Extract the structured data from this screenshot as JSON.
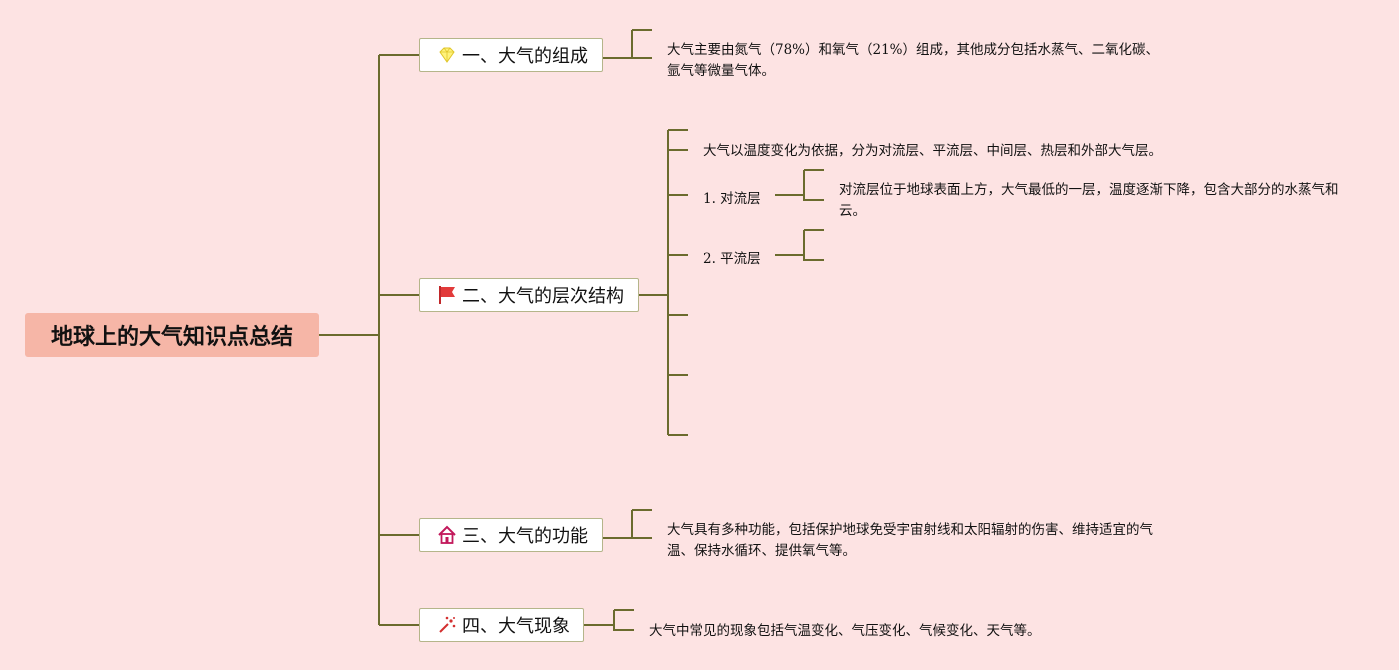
{
  "root": {
    "title": "地球上的大气知识点总结"
  },
  "branches": [
    {
      "label": "一、大气的组成",
      "icon": "diamond-icon",
      "note": "大气主要由氮气（78%）和氧气（21%）组成，其他成分包括水蒸气、二氧化碳、氩气等微量气体。"
    },
    {
      "label": "二、大气的层次结构",
      "icon": "red-flag-icon",
      "note": "大气以温度变化为依据，分为对流层、平流层、中间层、热层和外部大气层。",
      "sub": [
        {
          "label": "1. 对流层",
          "note": "对流层位于地球表面上方，大气最低的一层，温度逐渐下降，包含大部分的水蒸气和云。"
        },
        {
          "label": "2. 平流层",
          "note": ""
        }
      ]
    },
    {
      "label": "三、大气的功能",
      "icon": "house-icon",
      "note": "大气具有多种功能，包括保护地球免受宇宙射线和太阳辐射的伤害、维持适宜的气温、保持水循环、提供氧气等。"
    },
    {
      "label": "四、大气现象",
      "icon": "sparkle-icon",
      "note": "大气中常见的现象包括气温变化、气压变化、气候变化、天气等。"
    }
  ],
  "colors": {
    "line": "#6b6b2e",
    "root_bg": "#f6b6a7",
    "background": "#fde3e3"
  }
}
